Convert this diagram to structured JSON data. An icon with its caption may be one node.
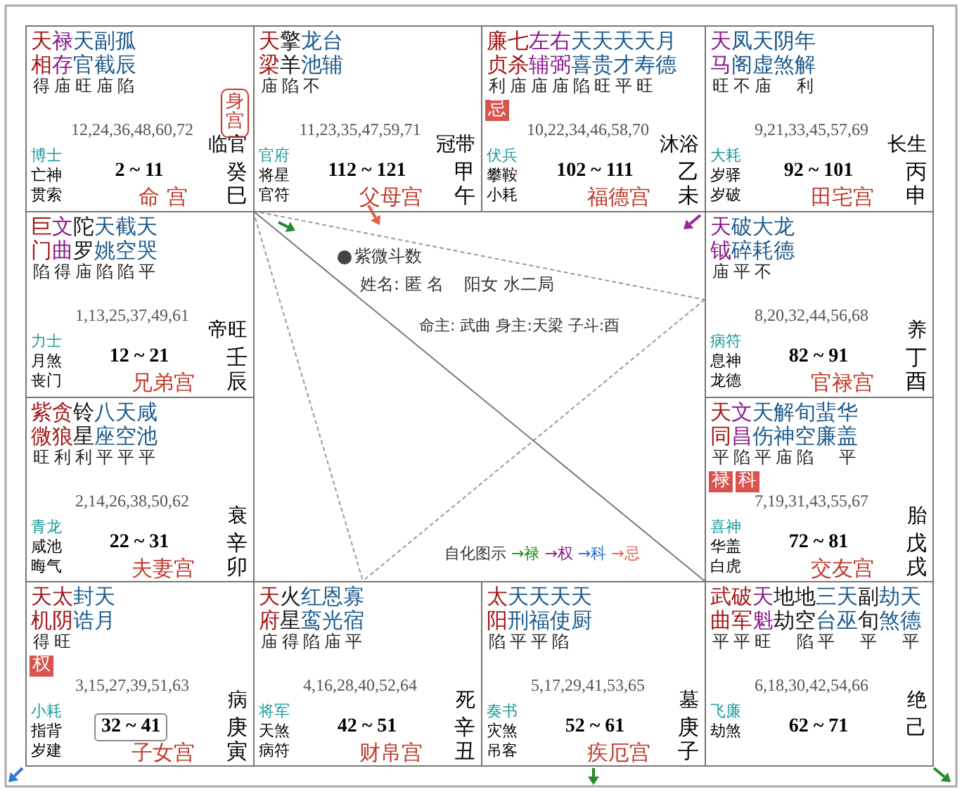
{
  "diagram": {
    "nodes": [
      {
        "text": [
          "天禄天副孤",
          "相存官截辰",
          "得庙旺庙陷",
          "12,24,36,48,60,72",
          "临官",
          "博士",
          "亡神",
          "2 ~ 11",
          "癸",
          "贯索",
          "命 宫",
          "巳"
        ]
      },
      {
        "text": [
          "身宫"
        ],
        "in": 0
      },
      {
        "text": [
          "天擎龙台",
          "梁羊池辅",
          "庙陷不",
          "11,23,35,47,59,71",
          "冠带",
          "官府",
          "将星",
          "112 ~ 121",
          "甲",
          "官符",
          "父母宫",
          "午"
        ]
      },
      {
        "text": [
          "廉七左右天天天天月",
          "贞杀辅弼喜贵才寿德",
          "利庙庙庙陷旺平旺",
          "10,22,34,46,58,70",
          "沐浴",
          "伏兵",
          "攀鞍",
          "102 ~ 111",
          "乙",
          "小耗",
          "福德宫",
          "未"
        ]
      },
      {
        "text": [
          "忌"
        ],
        "in": 3
      },
      {
        "text": [
          "天凤天阴年",
          "马阁虚煞解",
          "旺不庙 利",
          "9,21,33,45,57,69",
          "长生",
          "大耗",
          "岁驿",
          "92 ~ 101",
          "丙",
          "岁破",
          "田宅宫",
          "申"
        ]
      },
      {
        "text": [
          "巨文陀天截天",
          "门曲罗姚空哭",
          "陷得庙陷陷平",
          "1,13,25,37,49,61",
          "帝旺",
          "力士",
          "月煞",
          "12 ~ 21",
          "壬",
          "丧门",
          "兄弟宫",
          "辰"
        ]
      },
      {
        "text": [
          "天破大龙",
          "钺碎耗德",
          "庙平不",
          "8,20,32,44,56,68",
          "养",
          "病符",
          "息神",
          "82 ~ 91",
          "丁",
          "龙德",
          "官禄宫",
          "酉"
        ]
      },
      {
        "text": [
          "紫贪铃八天咸",
          "微狼星座空池",
          "旺利利平平平",
          "2,14,26,38,50,62",
          "衰",
          "青龙",
          "咸池",
          "22 ~ 31",
          "辛",
          "晦气",
          "夫妻宫",
          "卯"
        ]
      },
      {
        "text": [
          "天文天解旬蜚华",
          "同昌伤神空廉盖",
          "平陷平庙陷 平",
          "7,19,31,43,55,67",
          "胎",
          "喜神",
          "华盖",
          "72 ~ 81",
          "戊",
          "白虎",
          "交友宫",
          "戌"
        ]
      },
      {
        "text": [
          "禄"
        ],
        "in": 9
      },
      {
        "text": [
          "科"
        ],
        "in": 9
      },
      {
        "text": [
          "天太封天",
          "机阴诰月",
          "得旺",
          "3,15,27,39,51,63",
          "病",
          "小耗",
          "指背",
          "庚",
          "岁建",
          "子女宫",
          "寅"
        ]
      },
      {
        "text": [
          "权"
        ],
        "in": 12
      },
      {
        "text": [
          "32 ~ 41"
        ],
        "in": 12
      },
      {
        "text": [
          "天火红恩寡",
          "府星鸾光宿",
          "庙得陷庙平",
          "4,16,28,40,52,64",
          "死",
          "将军",
          "天煞",
          "42 ~ 51",
          "辛",
          "病符",
          "财帛宫",
          "丑"
        ]
      },
      {
        "text": [
          "太天天天天",
          "阳刑福使厨",
          "陷平平陷",
          "5,17,29,41,53,65",
          "墓",
          "奏书",
          "灾煞",
          "52 ~ 61",
          "庚",
          "吊客",
          "疾厄宫",
          "子"
        ]
      },
      {
        "text": [
          "武破天地地三天副劫天",
          "曲军魁劫空台巫旬煞德",
          "平平旺 陷平 平 平",
          "6,18,30,42,54,66",
          "绝",
          "飞廉",
          "劫煞",
          "62 ~ 71",
          "己"
        ]
      }
    ],
    "edges": [
      {
        "from": 0,
        "to": 7,
        "arrow": "none",
        "style": "dashed"
      },
      {
        "from": 0,
        "to": 15,
        "arrow": "none",
        "style": "dashed"
      },
      {
        "from": 7,
        "to": 15,
        "arrow": "none",
        "style": "dashed"
      },
      {
        "from": 0,
        "to": 17,
        "arrow": "none"
      }
    ],
    "labels": [
      "紫微斗数",
      "姓名: 匿 名",
      "阳女 水二局",
      "命主: 武曲 身主:天梁 子斗:酉",
      "自化图示 →禄 →权 →科 →忌"
    ]
  }
}
